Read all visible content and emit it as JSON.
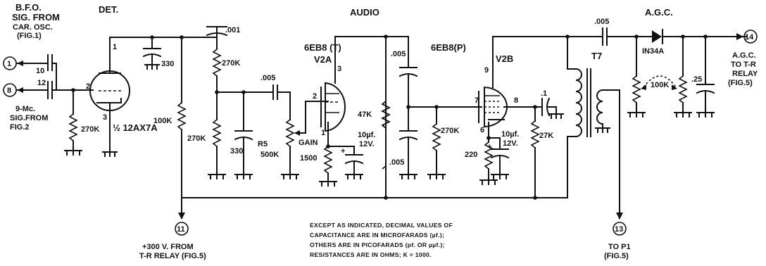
{
  "headers": {
    "bfo": [
      "B.F.O.",
      "SIG. FROM",
      "CAR. OSC.",
      "(FIG.1)"
    ],
    "det": "DET.",
    "audio": "AUDIO",
    "agc": "A.G.C."
  },
  "terminals": {
    "t1": "1",
    "t8": "8",
    "t11": "11",
    "t13": "13",
    "t14": "14"
  },
  "input_notes": {
    "nine_mc": [
      "9-Mc.",
      "SIG.FROM",
      "FIG.2"
    ]
  },
  "tubes": {
    "v1_label": "½ 12AX7A",
    "v2a_type": "6EB8 (T)",
    "v2a_name": "V2A",
    "v2b_type": "6EB8(P)",
    "v2b_name": "V2B"
  },
  "pins": {
    "v1_p1": "1",
    "v1_p2": "2",
    "v1_p3": "3",
    "v2a_p3": "3",
    "v2a_p2": "2",
    "v2a_p1": "1",
    "v2b_p9": "9",
    "v2b_p7": "7",
    "v2b_p8": "8",
    "v2b_p6": "6"
  },
  "components": {
    "c_in1": "10",
    "c_in2": "12",
    "r_grid": "270K",
    "c_det": "330",
    "r_plate": "100K",
    "c_001": ".001",
    "r_270a": "270K",
    "r_270b": "270K",
    "c_330b": "330",
    "c_005a": ".005",
    "r5_name": "R5",
    "r5_val": "500K",
    "gain": "GAIN",
    "r_47k": "47K",
    "r_1500": "1500",
    "c_10uf_a": [
      "10µf.",
      "12V."
    ],
    "c_005b": ".005",
    "c_005c": ".005",
    "r_270c": "270K",
    "r_220": "220",
    "c_10uf_b": [
      "10µf.",
      "12V."
    ],
    "r_27k": "27K",
    "c_1": ".1",
    "t7": "T7",
    "c_005d": ".005",
    "diode": "IN34A",
    "r_100k_pot": "100K",
    "c_25": ".25"
  },
  "outputs": {
    "agc": [
      "A.G.C.",
      "TO T-R",
      "RELAY",
      "(FIG.5)"
    ],
    "b_plus": [
      "+300 V. FROM",
      "T-R RELAY (FIG.5)"
    ],
    "to_p1": [
      "TO P1",
      "(FIG.5)"
    ]
  },
  "footnote": [
    "EXCEPT AS INDICATED, DECIMAL VALUES OF",
    "CAPACITANCE ARE IN MICROFARADS (µf.);",
    "OTHERS ARE IN PICOFARADS (pf. OR µµf.);",
    "RESISTANCES ARE IN OHMS;  K = 1000."
  ]
}
